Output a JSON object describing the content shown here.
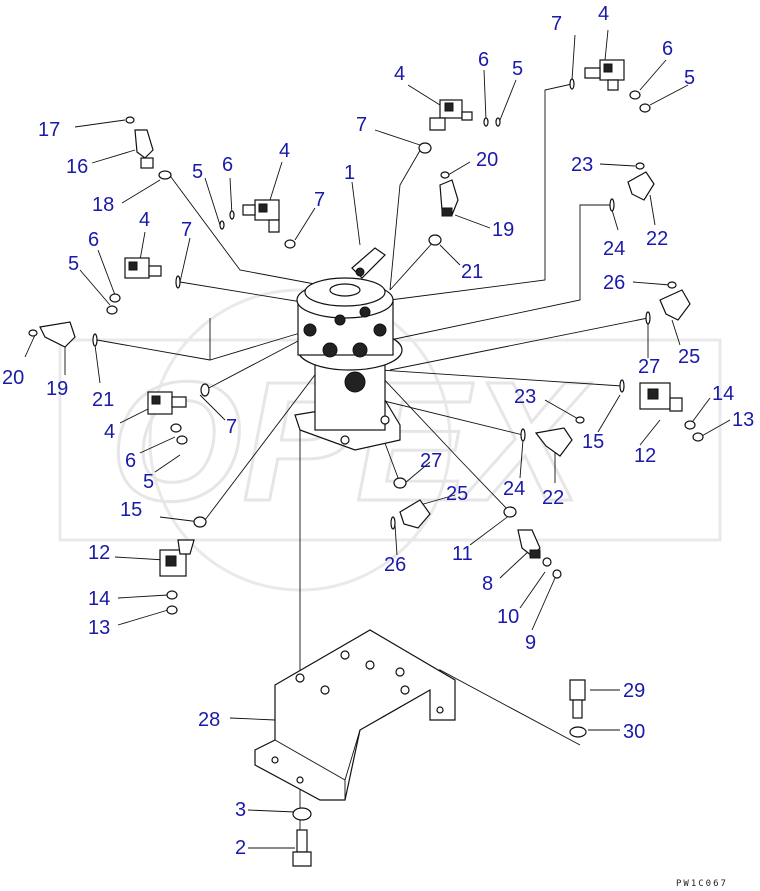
{
  "diagram": {
    "drawing_code": "PW1C067",
    "watermark_text": "OPEX",
    "callouts": [
      {
        "id": "c17a",
        "text": "17"
      },
      {
        "id": "c16a",
        "text": "16"
      },
      {
        "id": "c18a",
        "text": "18"
      },
      {
        "id": "c5a",
        "text": "5"
      },
      {
        "id": "c6a",
        "text": "6"
      },
      {
        "id": "c4a",
        "text": "4"
      },
      {
        "id": "c7a",
        "text": "7"
      },
      {
        "id": "c1",
        "text": "1"
      },
      {
        "id": "c4b",
        "text": "4"
      },
      {
        "id": "c6b",
        "text": "6"
      },
      {
        "id": "c5b",
        "text": "5"
      },
      {
        "id": "c7b",
        "text": "7"
      },
      {
        "id": "c4c",
        "text": "4"
      },
      {
        "id": "c6c",
        "text": "6"
      },
      {
        "id": "c5c",
        "text": "5"
      },
      {
        "id": "c7c",
        "text": "7"
      },
      {
        "id": "c4d",
        "text": "4"
      },
      {
        "id": "c6d",
        "text": "6"
      },
      {
        "id": "c5d",
        "text": "5"
      },
      {
        "id": "c7d",
        "text": "7"
      },
      {
        "id": "c20a",
        "text": "20"
      },
      {
        "id": "c19a",
        "text": "19"
      },
      {
        "id": "c21a",
        "text": "21"
      },
      {
        "id": "c23a",
        "text": "23"
      },
      {
        "id": "c22a",
        "text": "22"
      },
      {
        "id": "c24a",
        "text": "24"
      },
      {
        "id": "c26a",
        "text": "26"
      },
      {
        "id": "c25a",
        "text": "25"
      },
      {
        "id": "c27a",
        "text": "27"
      },
      {
        "id": "c20b",
        "text": "20"
      },
      {
        "id": "c19b",
        "text": "19"
      },
      {
        "id": "c21b",
        "text": "21"
      },
      {
        "id": "c4e",
        "text": "4"
      },
      {
        "id": "c7e",
        "text": "7"
      },
      {
        "id": "c6e",
        "text": "6"
      },
      {
        "id": "c5e",
        "text": "5"
      },
      {
        "id": "c23b",
        "text": "23"
      },
      {
        "id": "c15a",
        "text": "15"
      },
      {
        "id": "c14a",
        "text": "14"
      },
      {
        "id": "c13a",
        "text": "13"
      },
      {
        "id": "c12a",
        "text": "12"
      },
      {
        "id": "c27b",
        "text": "27"
      },
      {
        "id": "c24b",
        "text": "24"
      },
      {
        "id": "c22b",
        "text": "22"
      },
      {
        "id": "c25b",
        "text": "25"
      },
      {
        "id": "c15b",
        "text": "15"
      },
      {
        "id": "c26b",
        "text": "26"
      },
      {
        "id": "c11",
        "text": "11"
      },
      {
        "id": "c8",
        "text": "8"
      },
      {
        "id": "c10",
        "text": "10"
      },
      {
        "id": "c9",
        "text": "9"
      },
      {
        "id": "c12b",
        "text": "12"
      },
      {
        "id": "c14b",
        "text": "14"
      },
      {
        "id": "c13b",
        "text": "13"
      },
      {
        "id": "c28",
        "text": "28"
      },
      {
        "id": "c29",
        "text": "29"
      },
      {
        "id": "c30",
        "text": "30"
      },
      {
        "id": "c3",
        "text": "3"
      },
      {
        "id": "c2",
        "text": "2"
      }
    ]
  }
}
